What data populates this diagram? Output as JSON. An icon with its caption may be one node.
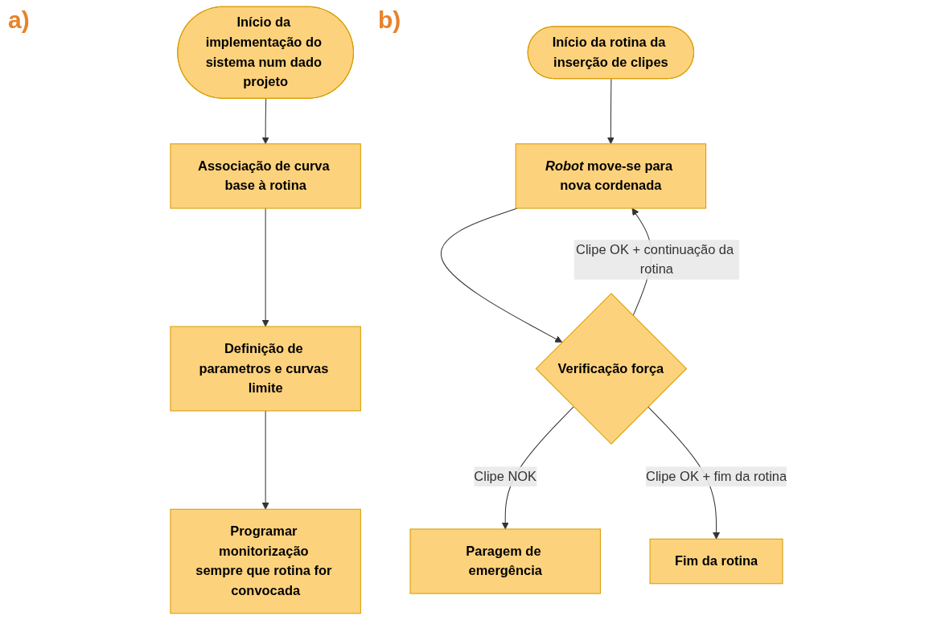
{
  "diagram": {
    "nodes": [
      {
        "text": [
          "Início da implementação do sistema num dado projeto"
        ]
      },
      {
        "text": [
          "Associação de curva base à rotina"
        ]
      },
      {
        "text": [
          "Definição de parametros e curvas limite"
        ]
      },
      {
        "text": [
          "Programar monitorização sempre que rotina for convocada"
        ]
      },
      {
        "text": [
          "Início da rotina da inserção de clipes"
        ]
      },
      {
        "text": [
          "*Robot* move-se para nova cordenada"
        ]
      },
      {
        "text": [
          "Verificação força"
        ]
      },
      {
        "text": [
          "Paragem de emergência"
        ]
      },
      {
        "text": [
          "Fim da rotina"
        ]
      }
    ],
    "edges": [
      {
        "from": 0,
        "to": 1,
        "arrow": "to"
      },
      {
        "from": 1,
        "to": 2,
        "arrow": "to"
      },
      {
        "from": 2,
        "to": 3,
        "arrow": "to"
      },
      {
        "from": 4,
        "to": 5,
        "arrow": "to"
      },
      {
        "from": 5,
        "to": 6,
        "arrow": "to"
      },
      {
        "from": 6,
        "to": 5,
        "arrow": "to",
        "label": "Clipe OK + continuação da rotina"
      },
      {
        "from": 6,
        "to": 7,
        "arrow": "to",
        "label": "Clipe NOK"
      },
      {
        "from": 6,
        "to": 8,
        "arrow": "to",
        "label": "Clipe OK + fim da rotina"
      }
    ],
    "labels": [
      "a)",
      "b)"
    ]
  }
}
